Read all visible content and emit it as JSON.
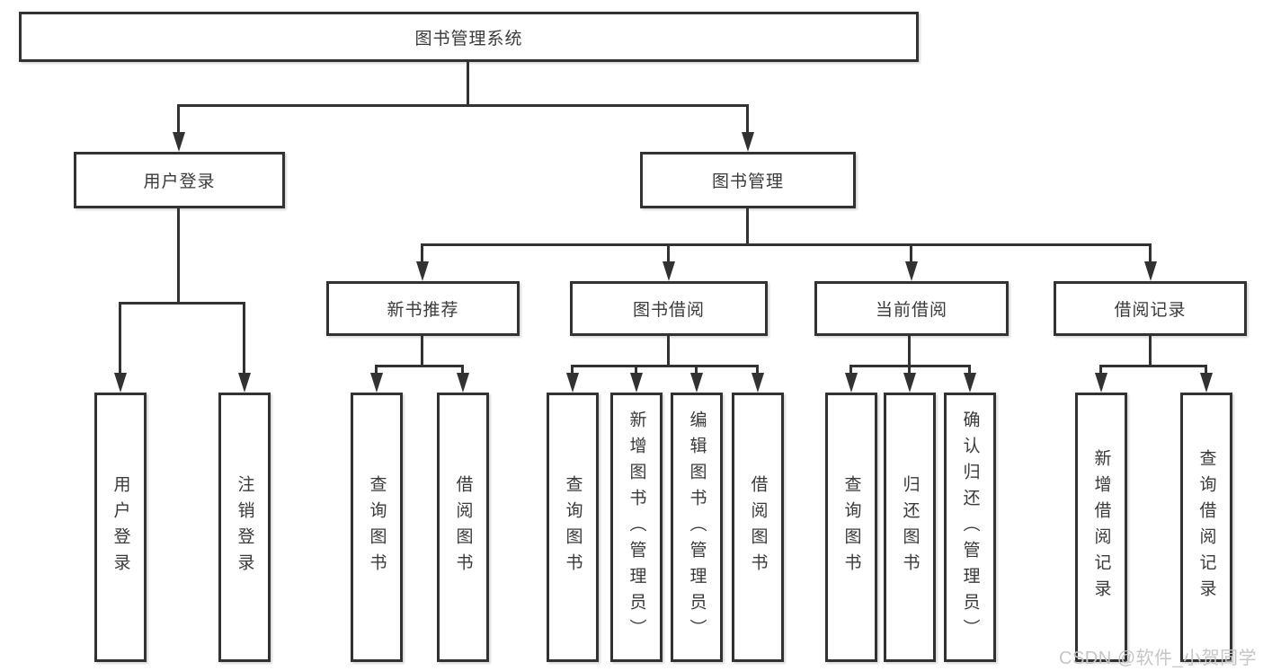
{
  "tree": {
    "label": "图书管理系统",
    "children": [
      {
        "label": "用户登录",
        "children": [
          {
            "label": "用户登录"
          },
          {
            "label": "注销登录"
          }
        ]
      },
      {
        "label": "图书管理",
        "children": [
          {
            "label": "新书推荐",
            "children": [
              {
                "label": "查询图书"
              },
              {
                "label": "借阅图书"
              }
            ]
          },
          {
            "label": "图书借阅",
            "children": [
              {
                "label": "查询图书"
              },
              {
                "label": "新增图书（管理员）"
              },
              {
                "label": "编辑图书（管理员）"
              },
              {
                "label": "借阅图书"
              }
            ]
          },
          {
            "label": "当前借阅",
            "children": [
              {
                "label": "查询图书"
              },
              {
                "label": "归还图书"
              },
              {
                "label": "确认归还（管理员）"
              }
            ]
          },
          {
            "label": "借阅记录",
            "children": [
              {
                "label": "新增借阅记录"
              },
              {
                "label": "查询借阅记录"
              }
            ]
          }
        ]
      }
    ]
  },
  "colors": {
    "line": "#323232",
    "text": "#3a3a3a",
    "background": "#ffffff",
    "watermark": "#c6c6c6"
  },
  "watermark": {
    "text": "CSDN @软件_小贺同学"
  }
}
